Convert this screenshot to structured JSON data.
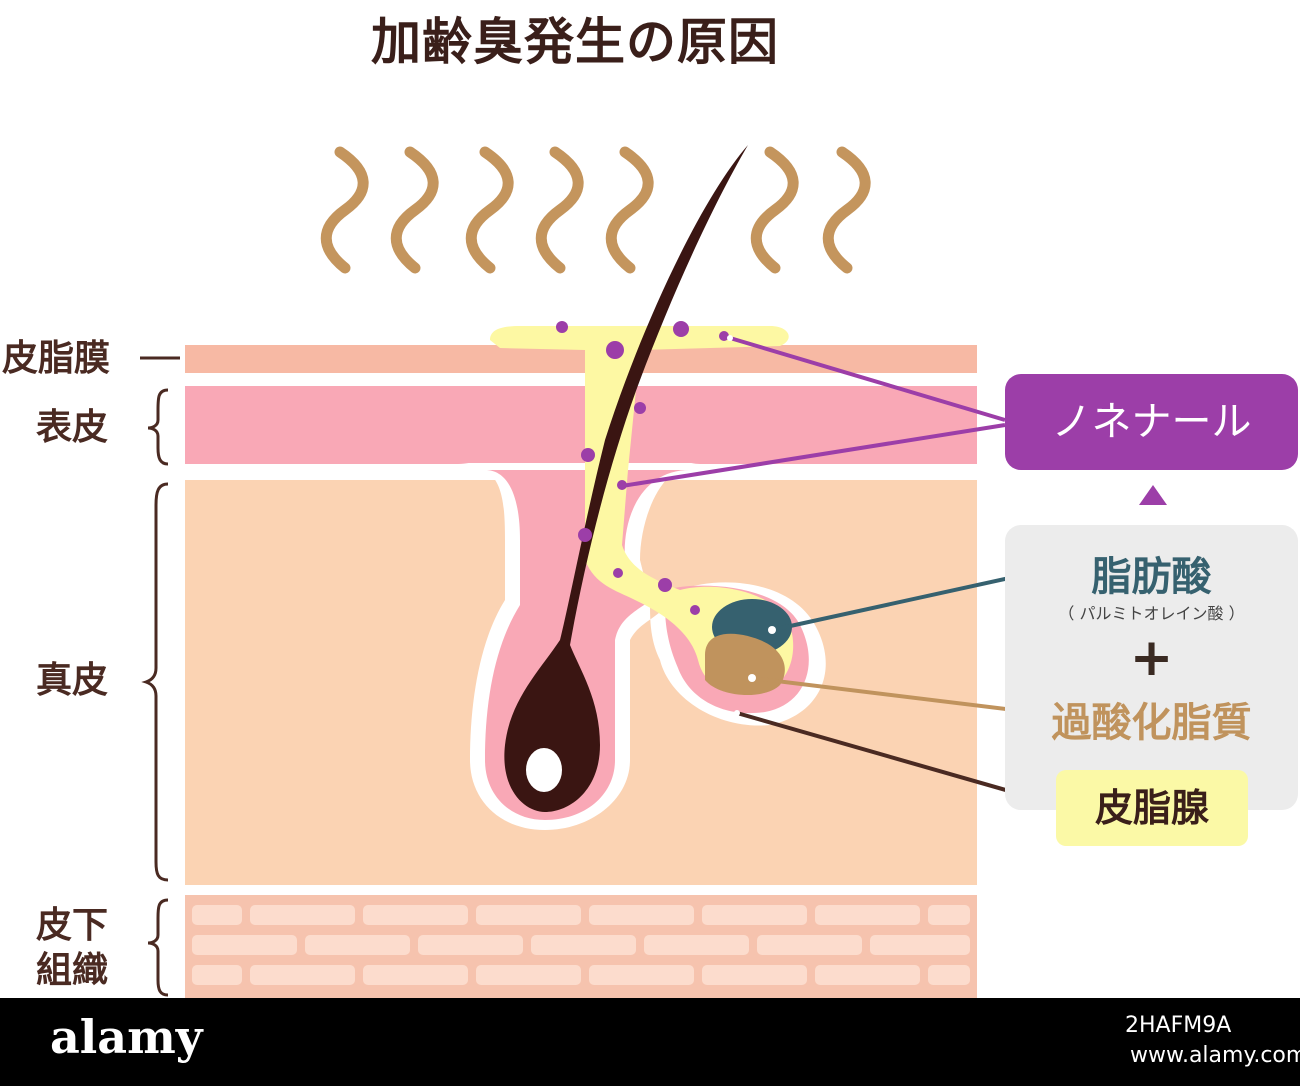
{
  "title": "加齢臭発生の原因",
  "layers": {
    "sebum_film": "皮脂膜",
    "epidermis": "表皮",
    "dermis": "真皮",
    "subcutaneous_line1": "皮下",
    "subcutaneous_line2": "組織"
  },
  "labels": {
    "nonenal": "ノネナール",
    "fatty_acid": "脂肪酸",
    "fatty_acid_note": "（ パルミトオレイン酸 ）",
    "plus": "+",
    "lipid_peroxide": "過酸化脂質",
    "sebaceous_gland": "皮脂腺"
  },
  "footer": {
    "logo": "alamy",
    "image_id": "2HAFM9A",
    "url": "www.alamy.com"
  },
  "colors": {
    "title": "#3a1f1a",
    "sebum_film": "#f7b9a4",
    "epidermis": "#f9a8b6",
    "dermis": "#fbd3b3",
    "subcutaneous": "#f6c3ae",
    "hair": "#3a1512",
    "sebum": "#fdf8a3",
    "nonenal": "#9c3ea8",
    "fatty_acid": "#36616f",
    "lipid_peroxide": "#c0935d",
    "odor_wave": "#c4955d",
    "sebaceous_line": "#4a2a22"
  }
}
